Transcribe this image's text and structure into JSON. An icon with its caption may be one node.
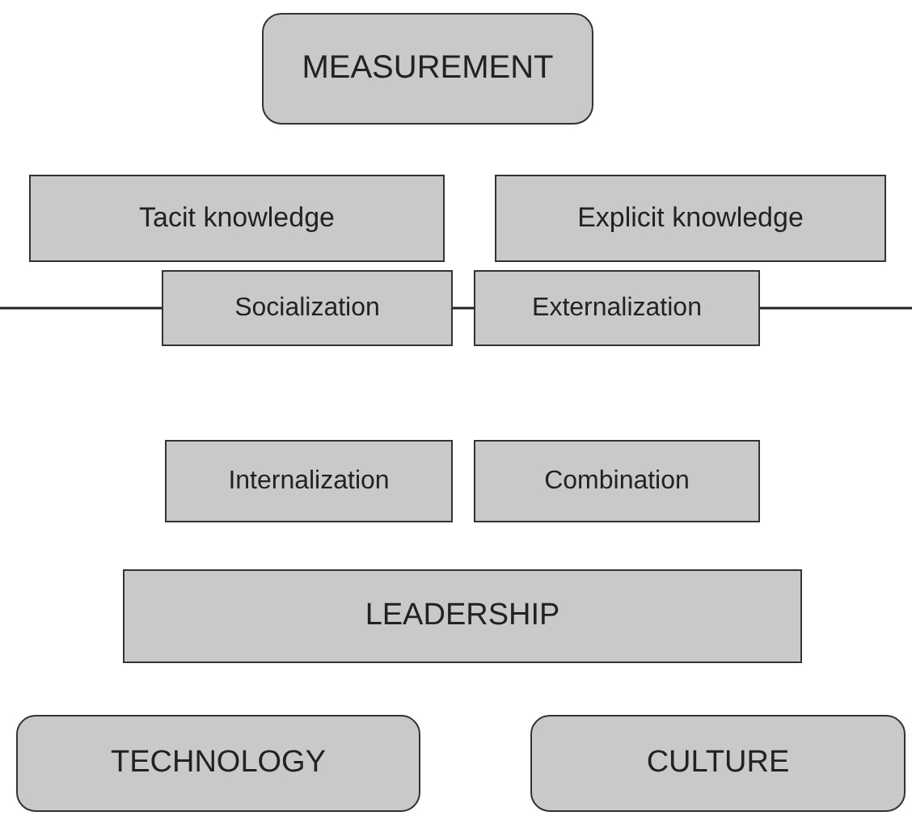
{
  "diagram": {
    "nodes": [
      {
        "text": [
          "MEASUREMENT"
        ]
      },
      {
        "text": [
          "Tacit knowledge"
        ]
      },
      {
        "text": [
          "Explicit knowledge"
        ]
      },
      {
        "text": [
          "Socialization"
        ]
      },
      {
        "text": [
          "Externalization"
        ]
      },
      {
        "text": [
          "Internalization"
        ]
      },
      {
        "text": [
          "Combination"
        ]
      },
      {
        "text": [
          "LEADERSHIP"
        ]
      },
      {
        "text": [
          "TECHNOLOGY"
        ]
      },
      {
        "text": [
          "CULTURE"
        ]
      }
    ],
    "edges": [
      {
        "from": null,
        "to": 3,
        "arrow": "none"
      },
      {
        "from": 3,
        "to": 4,
        "arrow": "none"
      },
      {
        "from": 4,
        "to": null,
        "arrow": "none"
      }
    ]
  }
}
